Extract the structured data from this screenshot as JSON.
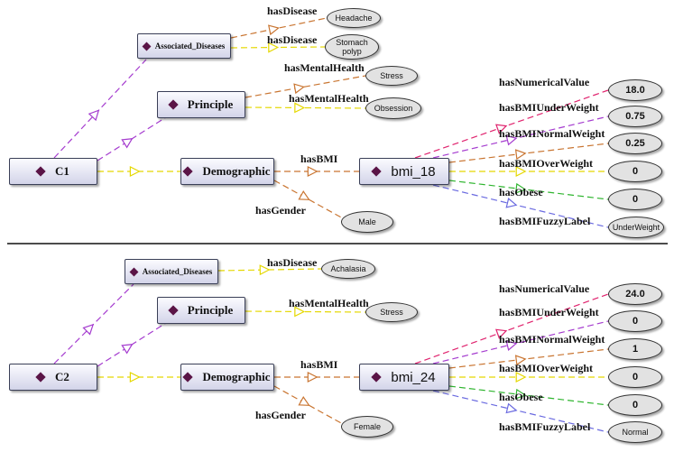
{
  "colors": {
    "associated": "#a53ccf",
    "principle": "#a53ccf",
    "demographic": "#e5d800",
    "hasDisease": "#e5d800",
    "hasDiseaseFirst": "#c97531",
    "hasMentalHealth": "#e5d800",
    "hasMentalHealthFirst": "#c97531",
    "hasBMI": "#c97531",
    "hasGender": "#c97531",
    "hasNumericalValue": "#e0236e",
    "hasBMIUnderWeight": "#a53ccf",
    "hasBMINormalWeight": "#c97531",
    "hasBMIOverWeight": "#e5d800",
    "hasObese": "#2fb52f",
    "hasBMIFuzzyLabel": "#6a6ae0",
    "divider": "#111111"
  },
  "icons": {
    "class_node": "diamond-icon"
  },
  "cases": [
    {
      "case_label": "C1",
      "associated_label": "Associated_Diseases",
      "principle_label": "Principle",
      "demographic_label": "Demographic",
      "bmi_label": "bmi_18",
      "edges": {
        "hasDisease": "hasDisease",
        "hasMentalHealth": "hasMentalHealth",
        "hasBMI": "hasBMI",
        "hasGender": "hasGender",
        "hasNumericalValue": "hasNumericalValue",
        "hasBMIUnderWeight": "hasBMIUnderWeight",
        "hasBMINormalWeight": "hasBMINormalWeight",
        "hasBMIOverWeight": "hasBMIOverWeight",
        "hasObese": "hasObese",
        "hasBMIFuzzyLabel": "hasBMIFuzzyLabel"
      },
      "diseases": [
        "Headache",
        "Stomach polyp"
      ],
      "mental_health": [
        "Stress",
        "Obsession"
      ],
      "gender": "Male",
      "numerical_value": "18.0",
      "under_weight": "0.75",
      "normal_weight": "0.25",
      "over_weight": "0",
      "obese": "0",
      "fuzzy_label": "UnderWeight"
    },
    {
      "case_label": "C2",
      "associated_label": "Associated_Diseases",
      "principle_label": "Principle",
      "demographic_label": "Demographic",
      "bmi_label": "bmi_24",
      "edges": {
        "hasDisease": "hasDisease",
        "hasMentalHealth": "hasMentalHealth",
        "hasBMI": "hasBMI",
        "hasGender": "hasGender",
        "hasNumericalValue": "hasNumericalValue",
        "hasBMIUnderWeight": "hasBMIUnderWeight",
        "hasBMINormalWeight": "hasBMINormalWeight",
        "hasBMIOverWeight": "hasBMIOverWeight",
        "hasObese": "hasObese",
        "hasBMIFuzzyLabel": "hasBMIFuzzyLabel"
      },
      "diseases": [
        "Achalasia"
      ],
      "mental_health": [
        "Stress"
      ],
      "gender": "Female",
      "numerical_value": "24.0",
      "under_weight": "0",
      "normal_weight": "1",
      "over_weight": "0",
      "obese": "0",
      "fuzzy_label": "Normal"
    }
  ]
}
